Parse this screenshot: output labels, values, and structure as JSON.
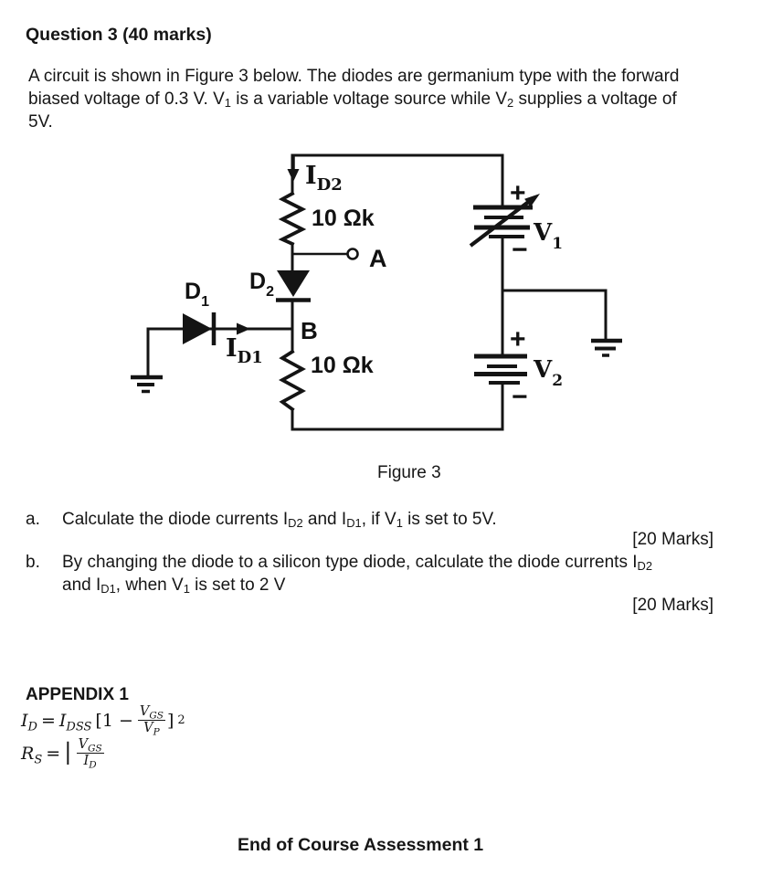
{
  "page": {
    "title": "Question 3 (40 marks)",
    "footer": "End of Course Assessment 1"
  },
  "intro": {
    "line1": "A circuit is shown in Figure 3 below. The diodes are germanium type with the forward",
    "line2a": "biased voltage of 0.3 V. V",
    "line2a_sub": "1",
    "line2b": " is a variable voltage source while V",
    "line2b_sub": "2",
    "line2c": " supplies a voltage of",
    "line3": "5V."
  },
  "figure": {
    "caption": "Figure 3",
    "labels": {
      "i_d2_main": "I",
      "i_d2_sub": "D2",
      "r_top": "10 Ωk",
      "terminal_a": "A",
      "d2_main": "D",
      "d2_sub": "2",
      "d1_main": "D",
      "d1_sub": "1",
      "i_d1_main": "I",
      "i_d1_sub": "D1",
      "node_b": "B",
      "r_bottom": "10 Ωk",
      "v1_plus": "+",
      "v1_minus": "−",
      "v1_main": "V",
      "v1_sub": "1",
      "v2_plus": "+",
      "v2_minus": "−",
      "v2_main": "V",
      "v2_sub": "2"
    },
    "ink_color": "#141414"
  },
  "questions": {
    "a": {
      "marker": "a.",
      "t1": "Calculate the diode currents I",
      "s1": "D2",
      "t2": " and I",
      "s2": "D1",
      "t3": ", if V",
      "s3": "1",
      "t4": " is set to 5V.",
      "marks": "[20 Marks]"
    },
    "b": {
      "marker": "b.",
      "l1t1": "By changing the diode to a silicon type diode, calculate the diode currents I",
      "l1s1": "D2",
      "l2t1": "and I",
      "l2s1": "D1",
      "l2t2": ", when V",
      "l2s2": "1",
      "l2t3": " is set to 2 V",
      "marks": "[20 Marks]"
    }
  },
  "appendix": {
    "title": "APPENDIX 1",
    "f1": {
      "lhs": "I",
      "lhs_sub": "D",
      "eq": "=",
      "rhs": "I",
      "rhs_sub": "DSS",
      "open": "[1 −",
      "num": "V",
      "num_sub": "GS",
      "den": "V",
      "den_sub": "P",
      "close": "]",
      "sup": "2"
    },
    "f2": {
      "lhs": "R",
      "lhs_sub": "S",
      "eq": "=",
      "bar": "|",
      "num": "V",
      "num_sub": "GS",
      "den": "I",
      "den_sub": "D"
    }
  }
}
